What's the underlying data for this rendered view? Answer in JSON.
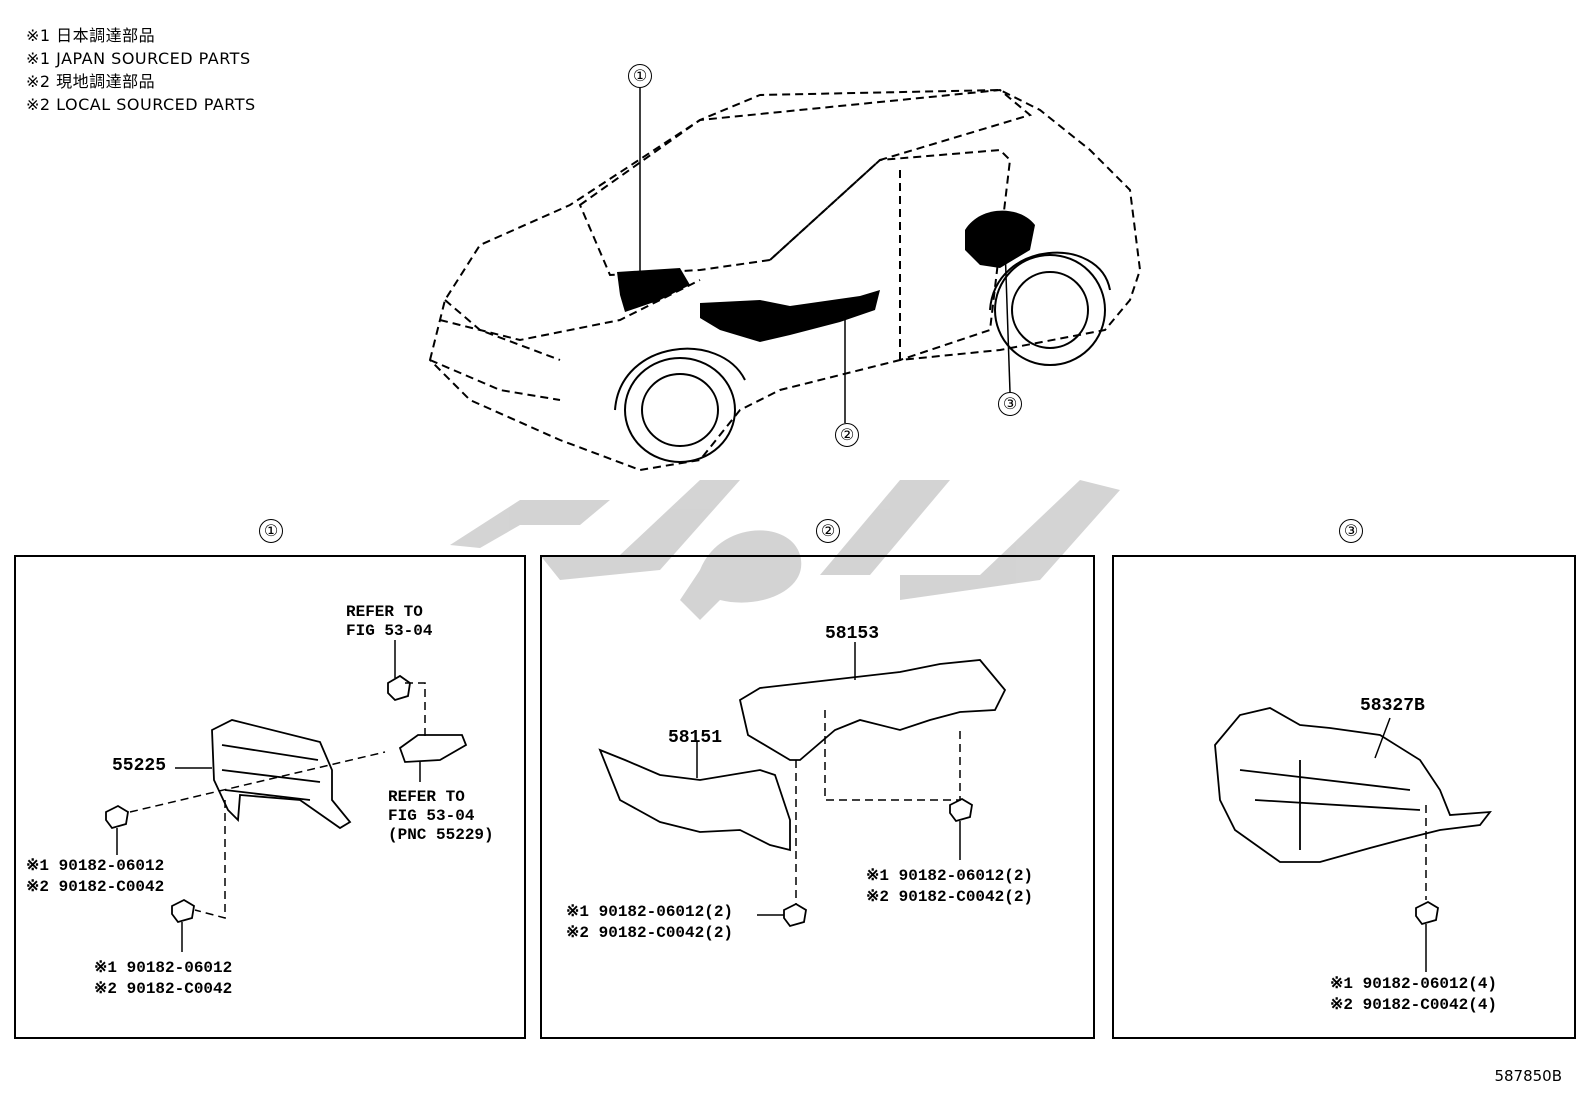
{
  "legend": [
    "※1 日本調達部品",
    "※1 JAPAN SOURCED PARTS",
    "※2 現地調達部品",
    "※2 LOCAL SOURCED PARTS"
  ],
  "car_callouts": [
    "①",
    "②",
    "③"
  ],
  "panels": [
    {
      "label": "①",
      "part": "55225",
      "refer_top": [
        "REFER TO",
        "FIG 53-04"
      ],
      "refer_side": [
        "REFER TO",
        "FIG 53-04",
        "(PNC 55229)"
      ],
      "clip_left": [
        "※1 90182-06012",
        "※2 90182-C0042"
      ],
      "clip_bottom": [
        "※1 90182-06012",
        "※2 90182-C0042"
      ]
    },
    {
      "label": "②",
      "part_a": "58153",
      "part_b": "58151",
      "clip_left": [
        "※1 90182-06012(2)",
        "※2 90182-C0042(2)"
      ],
      "clip_right": [
        "※1 90182-06012(2)",
        "※2 90182-C0042(2)"
      ]
    },
    {
      "label": "③",
      "part": "58327B",
      "clip": [
        "※1 90182-06012(4)",
        "※2 90182-C0042(4)"
      ]
    }
  ],
  "figure_code": "587850B"
}
